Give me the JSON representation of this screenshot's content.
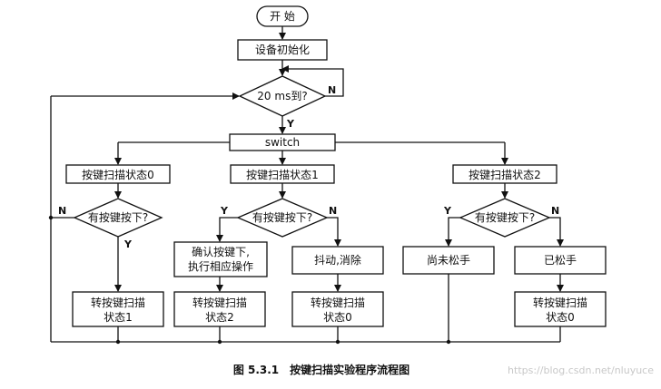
{
  "start": "开 始",
  "init": "设备初始化",
  "decision_20ms": "20 ms到?",
  "switch": "switch",
  "states": {
    "s0": "按键扫描状态0",
    "s1": "按键扫描状态1",
    "s2": "按键扫描状态2"
  },
  "decision_key": "有按键按下?",
  "boxes": {
    "confirm_l1": "确认按键下,",
    "confirm_l2": "执行相应操作",
    "debounce": "抖动,消除",
    "not_released": "尚未松手",
    "released": "已松手",
    "to_state_l1": "转按键扫描",
    "to_state1_l2": "状态1",
    "to_state2_l2": "状态2",
    "to_state0_l2": "状态0"
  },
  "yes": "Y",
  "no": "N",
  "caption": "图 5.3.1　按键扫描实验程序流程图",
  "watermark": "https://blog.csdn.net/nluyuce"
}
